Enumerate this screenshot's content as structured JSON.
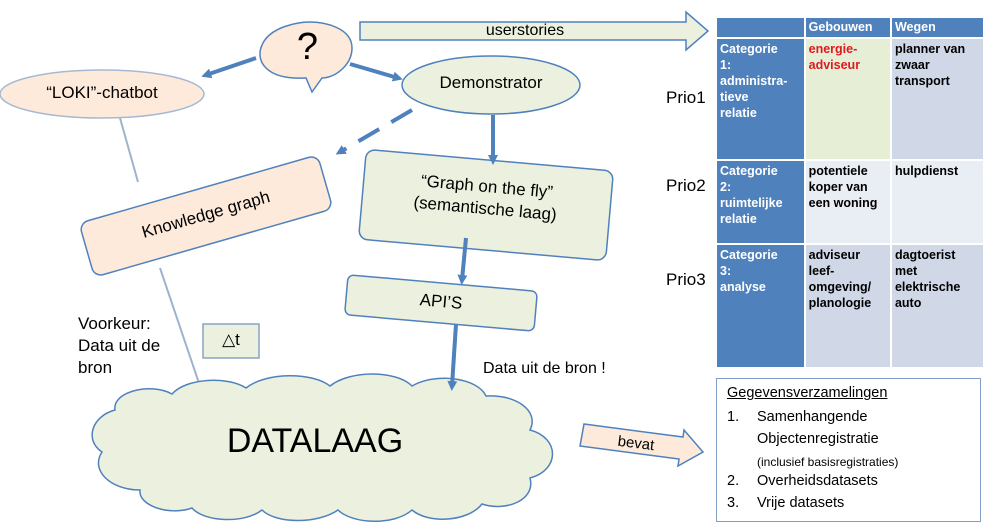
{
  "question_mark": "?",
  "userstories": "userstories",
  "loki": "“LOKI”-chatbot",
  "demonstrator": "Demonstrator",
  "knowledge_graph": "Knowledge graph",
  "graph_fly": [
    "“Graph on the fly”",
    "(semantische laag)"
  ],
  "apis": "API’S",
  "data_uit_bron": "Data uit de bron !",
  "voorkeur": [
    "Voorkeur:",
    "Data uit de",
    "bron"
  ],
  "delta_t": "△t",
  "datalaag": "DATALAAG",
  "bevat": "bevat",
  "table": {
    "headers": [
      "",
      "Gebouwen",
      "Wegen"
    ],
    "rows": [
      {
        "prio": "Prio1",
        "cat": [
          "Categorie",
          "1:",
          "administra-",
          "tieve",
          "relatie"
        ],
        "gebouwen": [
          "energie-",
          "adviseur"
        ],
        "wegen": [
          "planner van",
          "zwaar",
          "transport"
        ]
      },
      {
        "prio": "Prio2",
        "cat": [
          "Categorie",
          "2:",
          "ruimtelijke",
          "relatie"
        ],
        "gebouwen": [
          "potentiele",
          "koper van",
          "een woning"
        ],
        "wegen": [
          "hulpdienst"
        ]
      },
      {
        "prio": "Prio3",
        "cat": [
          "Categorie",
          "3:",
          "analyse"
        ],
        "gebouwen": [
          "adviseur",
          "leef-",
          "omgeving/",
          "planologie"
        ],
        "wegen": [
          "dagtoerist",
          "met",
          "elektrische",
          "auto"
        ]
      }
    ]
  },
  "gegevens": {
    "title": "Gegevensverzamelingen",
    "items": [
      {
        "num": "1.",
        "lines": [
          "Samenhangende",
          "Objectenregistratie"
        ],
        "sub": "(inclusief basisregistraties)"
      },
      {
        "num": "2.",
        "lines": [
          "Overheidsdatasets"
        ]
      },
      {
        "num": "3.",
        "lines": [
          "Vrije datasets"
        ]
      }
    ]
  },
  "colors": {
    "arrow_blue": "#4f81bd",
    "peach_fill": "#fdeada",
    "green_fill": "#ebf1de",
    "red_text": "#e0191e"
  }
}
